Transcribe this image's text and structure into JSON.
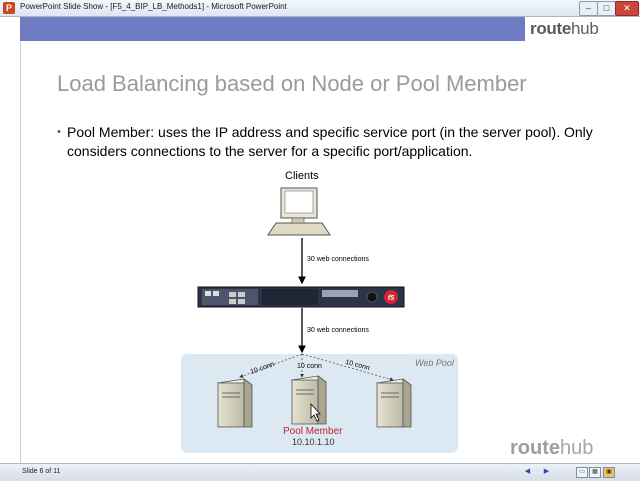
{
  "window": {
    "app_icon": "P",
    "title": "PowerPoint Slide Show - [F5_4_BIP_LB_Methods1] - Microsoft PowerPoint",
    "minimize": "–",
    "maximize": "□",
    "close": "✕"
  },
  "slide": {
    "logo_route": "route",
    "logo_hub": "hub",
    "title": "Load Balancing based on Node or Pool Member",
    "bullet_term": "Pool Member:",
    "bullet_text": " uses the IP address and specific service port (in the server pool). Only considers connections to the server for a specific port/application.",
    "diagram": {
      "clients_label": "Clients",
      "connections_top": "30 web connections",
      "connections_mid": "30 web connections",
      "pool_label": "Web Pool",
      "conn_left": "10 conn",
      "conn_center": "10 conn",
      "conn_right": "10 conn",
      "pool_member_label": "Pool Member",
      "pool_member_ip": "10.10.1.10",
      "f5_badge": "f5"
    },
    "bottom_logo_route": "route",
    "bottom_logo_hub": "hub"
  },
  "status_bar": {
    "slide_count": "Slide 6 of 11",
    "prev_icon": "back-arrow-icon",
    "next_icon": "forward-arrow-icon",
    "views": [
      "normal-view-icon",
      "slide-sorter-view-icon",
      "slide-show-view-icon"
    ]
  },
  "colors": {
    "band": "#6f7cc3",
    "pool_bg": "#dde9f2",
    "pool_member": "#c0202a",
    "title": "#9a9a9a"
  }
}
